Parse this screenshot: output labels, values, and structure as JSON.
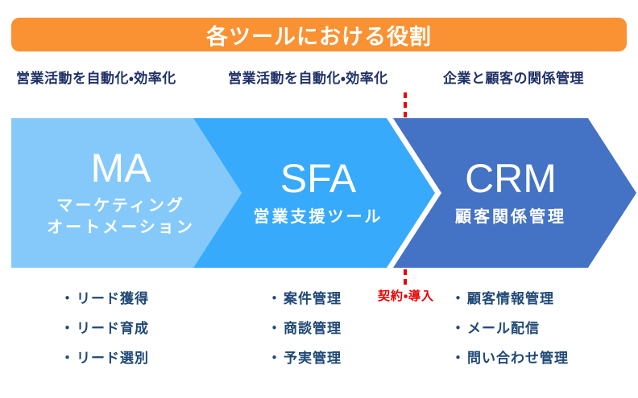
{
  "banner": {
    "title": "各ツールにおける役割",
    "bg_color": "#fa9132",
    "text_color": "#ffffff"
  },
  "top_labels": [
    {
      "text": "営業活動を自動化・効率化"
    },
    {
      "text": "営業活動を自動化・効率化"
    },
    {
      "text": "企業と顧客の関係管理"
    }
  ],
  "arrows": [
    {
      "abbr": "MA",
      "subtitle_line1": "マーケティング",
      "subtitle_line2": "オートメーション",
      "color": "#85c9fb"
    },
    {
      "abbr": "SFA",
      "subtitle_line1": "営業支援ツール",
      "subtitle_line2": "",
      "color": "#37aafc"
    },
    {
      "abbr": "CRM",
      "subtitle_line1": "顧客関係管理",
      "subtitle_line2": "",
      "color": "#4472c4"
    }
  ],
  "divider": {
    "label": "契約・導入",
    "color": "#ee0000"
  },
  "bullet_marker": "・",
  "lists": [
    {
      "items": [
        "リード獲得",
        "リード育成",
        "リード選別"
      ]
    },
    {
      "items": [
        "案件管理",
        "商談管理",
        "予実管理"
      ]
    },
    {
      "items": [
        "顧客情報管理",
        "メール配信",
        "問い合わせ管理"
      ]
    }
  ]
}
